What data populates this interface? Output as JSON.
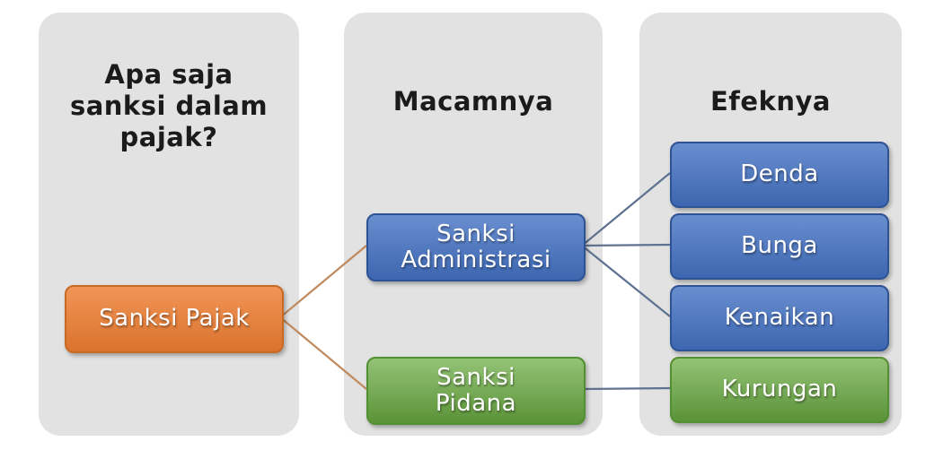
{
  "colors": {
    "canvas_bg": "#ffffff",
    "panel_bg": "#e2e2e2",
    "header_text": "#1b1b1b",
    "node_text": "#ffffff",
    "orange_fill": "#ed7d31",
    "orange_border": "#c96a24",
    "blue_fill": "#4472c4",
    "blue_border": "#2e5395",
    "green_fill": "#6aab41",
    "green_border": "#539032",
    "line_orange": "#c08a5e",
    "line_blue": "#5f7390"
  },
  "columns": [
    {
      "header": "Apa saja\nsanksi dalam\npajak?",
      "nodes": [
        {
          "label": "Sanksi Pajak",
          "color": "orange"
        }
      ]
    },
    {
      "header": "Macamnya",
      "nodes": [
        {
          "label": "Sanksi\nAdministrasi",
          "color": "blue"
        },
        {
          "label": "Sanksi\nPidana",
          "color": "green"
        }
      ]
    },
    {
      "header": "Efeknya",
      "nodes": [
        {
          "label": "Denda",
          "color": "blue"
        },
        {
          "label": "Bunga",
          "color": "blue"
        },
        {
          "label": "Kenaikan",
          "color": "blue"
        },
        {
          "label": "Kurungan",
          "color": "green"
        }
      ]
    }
  ],
  "connections": [
    {
      "from": "Sanksi Pajak",
      "to": "Sanksi Administrasi",
      "color": "orange"
    },
    {
      "from": "Sanksi Pajak",
      "to": "Sanksi Pidana",
      "color": "orange"
    },
    {
      "from": "Sanksi Administrasi",
      "to": "Denda",
      "color": "blue"
    },
    {
      "from": "Sanksi Administrasi",
      "to": "Bunga",
      "color": "blue"
    },
    {
      "from": "Sanksi Administrasi",
      "to": "Kenaikan",
      "color": "blue"
    },
    {
      "from": "Sanksi Pidana",
      "to": "Kurungan",
      "color": "blue"
    }
  ]
}
